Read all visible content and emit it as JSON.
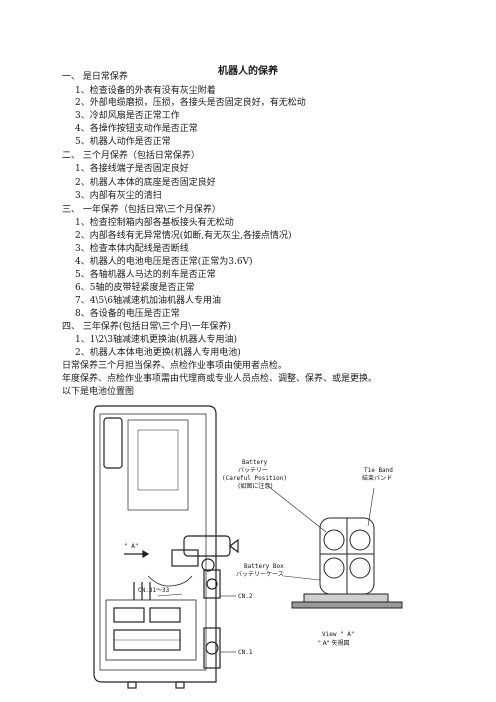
{
  "doc": {
    "title": "机器人的保养",
    "sections": [
      {
        "heading": "一、     是日常保养",
        "items": [
          "1、检查设备的外表有没有灰尘附着",
          "2、外部电缆磨损，压损，各接头是否固定良好，有无松动",
          "3、冷却风扇是否正常工作",
          "4、各操作按钮支动作是否正常",
          "5、机器人动作是否正常"
        ]
      },
      {
        "heading": "二、     三个月保养（包括日常保养）",
        "items": [
          "1、各接线端子是否固定良好",
          "2、机器人本体的底座是否固定良好",
          "3、内部有灰尘的清扫"
        ]
      },
      {
        "heading": "三、     一年保养（包括日常\\三个月保养）",
        "items": [
          "1、检查控制箱内部各基板接头有无松动",
          "2、内部各线有无异常情况(如断,有无灰尘,各接点情况)",
          "3、检查本体内配线是否断线",
          "4、机器人的电池电压是否正常(正常为3.6V)",
          "5、各轴机器人马达的刹车是否正常",
          "6、5轴的皮带轻紧度是否正常",
          "7、4\\5\\6轴减速机加油机器人专用油",
          "8、各设备的电压是否正常"
        ]
      },
      {
        "heading": "四、     三年保养(包括日常\\三个月\\一年保养)",
        "items": [
          "1、1\\2\\3轴减速机更换油(机器人专用油)",
          "2、机器人本体电池更换(机器人专用电池)"
        ]
      }
    ],
    "paragraphs": [
      "日常保养三个月担当保养、点检作业事项由使用者点检。",
      "年度保养、点检作业事项需由代理商或专业人员点检、调整、保养、或是更换。",
      "以下是电池位置图"
    ]
  },
  "figure": {
    "battery_label": "Battery",
    "battery_jp": "バッテリー",
    "careful_position": "(Careful Position)",
    "careful_cn": "(如图に注意)",
    "tie_band": "Tie Band",
    "tie_band_jp": "結束バンド",
    "battery_box": "Battery Box",
    "battery_box_jp": "バッテリーケース",
    "arrow_a": "\" A\"",
    "cn31": "CN.31～33",
    "cn2": "CN.2",
    "cn1": "CN.1",
    "view_a": "View \" A\"",
    "view_a_cn": "\" A\" 矢視図"
  }
}
